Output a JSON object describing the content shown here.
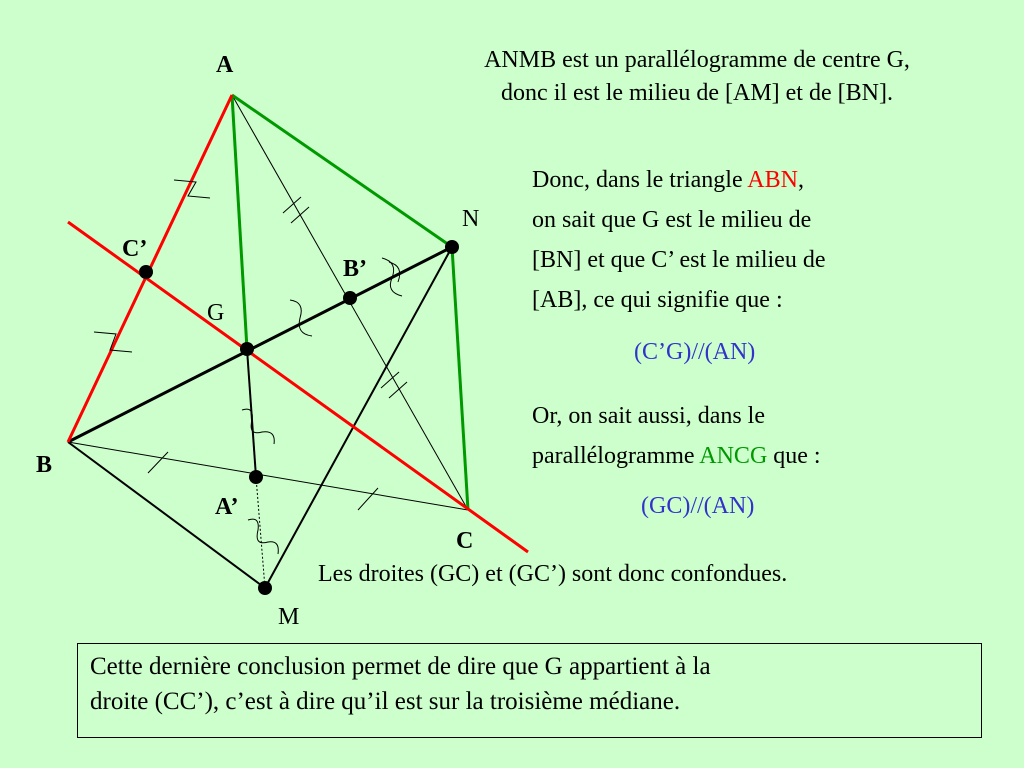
{
  "figure": {
    "labels": {
      "A": "A",
      "B": "B",
      "C": "C",
      "N": "N",
      "M": "M",
      "G": "G",
      "A_prime": "A’",
      "B_prime": "B’",
      "C_prime": "C’"
    },
    "colors": {
      "parallelogram": "#009900",
      "median_line": "#ff0000",
      "black": "#000000"
    }
  },
  "text": {
    "intro_line1": "ANMB est un parallélogramme de centre G,",
    "intro_line2": "donc il est le milieu de [AM] et de [BN].",
    "triangle_prefix": "Donc, dans le triangle ",
    "triangle_name": "ABN",
    "triangle_suffix": ",",
    "reason_line1": "on sait que G est le milieu de",
    "reason_line2": "[BN] et que C’ est le milieu de",
    "reason_line3": "[AB], ce qui signifie que :",
    "result1": "(C’G)//(AN)",
    "or_line1": "Or, on sait aussi, dans le",
    "or_prefix": "parallélogramme ",
    "or_name": "ANCG",
    "or_suffix": " que :",
    "result2": "(GC)//(AN)",
    "conclusion_line": "Les droites (GC) et (GC’) sont donc confondues.",
    "box_line1": "Cette dernière conclusion permet de dire que G appartient à la",
    "box_line2": "droite (CC’), c’est à dire qu’il est sur la troisième médiane."
  }
}
